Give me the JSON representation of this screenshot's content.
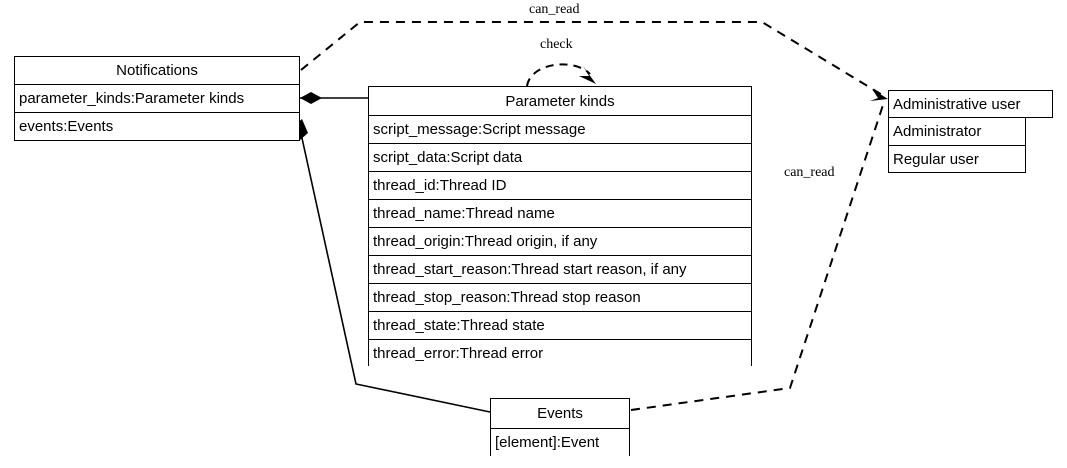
{
  "diagram": {
    "type": "uml-class-diagram",
    "background_color": "#ffffff",
    "line_color": "#000000",
    "text_color": "#000000"
  },
  "classes": {
    "notifications": {
      "title": "Notifications",
      "attributes": [
        "parameter_kinds:Parameter kinds",
        "events:Events"
      ]
    },
    "parameter_kinds": {
      "title": "Parameter kinds",
      "attributes": [
        "script_message:Script message",
        "script_data:Script data",
        "thread_id:Thread ID",
        "thread_name:Thread name",
        "thread_origin:Thread origin, if any",
        "thread_start_reason:Thread start reason, if any",
        "thread_stop_reason:Thread stop reason",
        "thread_state:Thread state",
        "thread_error:Thread error"
      ]
    },
    "administrative_user": {
      "title": "Administrative user",
      "attributes": [
        "Administrator",
        "Regular user"
      ]
    },
    "events": {
      "title": "Events",
      "attributes": [
        "[element]:Event"
      ]
    }
  },
  "edges": [
    {
      "name": "can-read-notifications-to-admin",
      "label": "can_read",
      "style": "dashed",
      "arrow": "open",
      "from": "notifications",
      "to": "administrative_user"
    },
    {
      "name": "check-self-loop",
      "label": "check",
      "style": "dashed",
      "arrow": "open",
      "from": "parameter_kinds",
      "to": "parameter_kinds"
    },
    {
      "name": "can-read-events-to-admin",
      "label": "can_read",
      "style": "dashed",
      "arrow": "open",
      "from": "events",
      "to": "administrative_user"
    },
    {
      "name": "composition-notifications-parameter-kinds",
      "label": "",
      "style": "solid",
      "arrow": "filled-diamond",
      "from": "notifications",
      "to": "parameter_kinds"
    },
    {
      "name": "composition-notifications-events",
      "label": "",
      "style": "solid",
      "arrow": "filled-diamond",
      "from": "notifications",
      "to": "events"
    }
  ],
  "labels": {
    "can_read_top": "can_read",
    "check": "check",
    "can_read_right": "can_read"
  }
}
